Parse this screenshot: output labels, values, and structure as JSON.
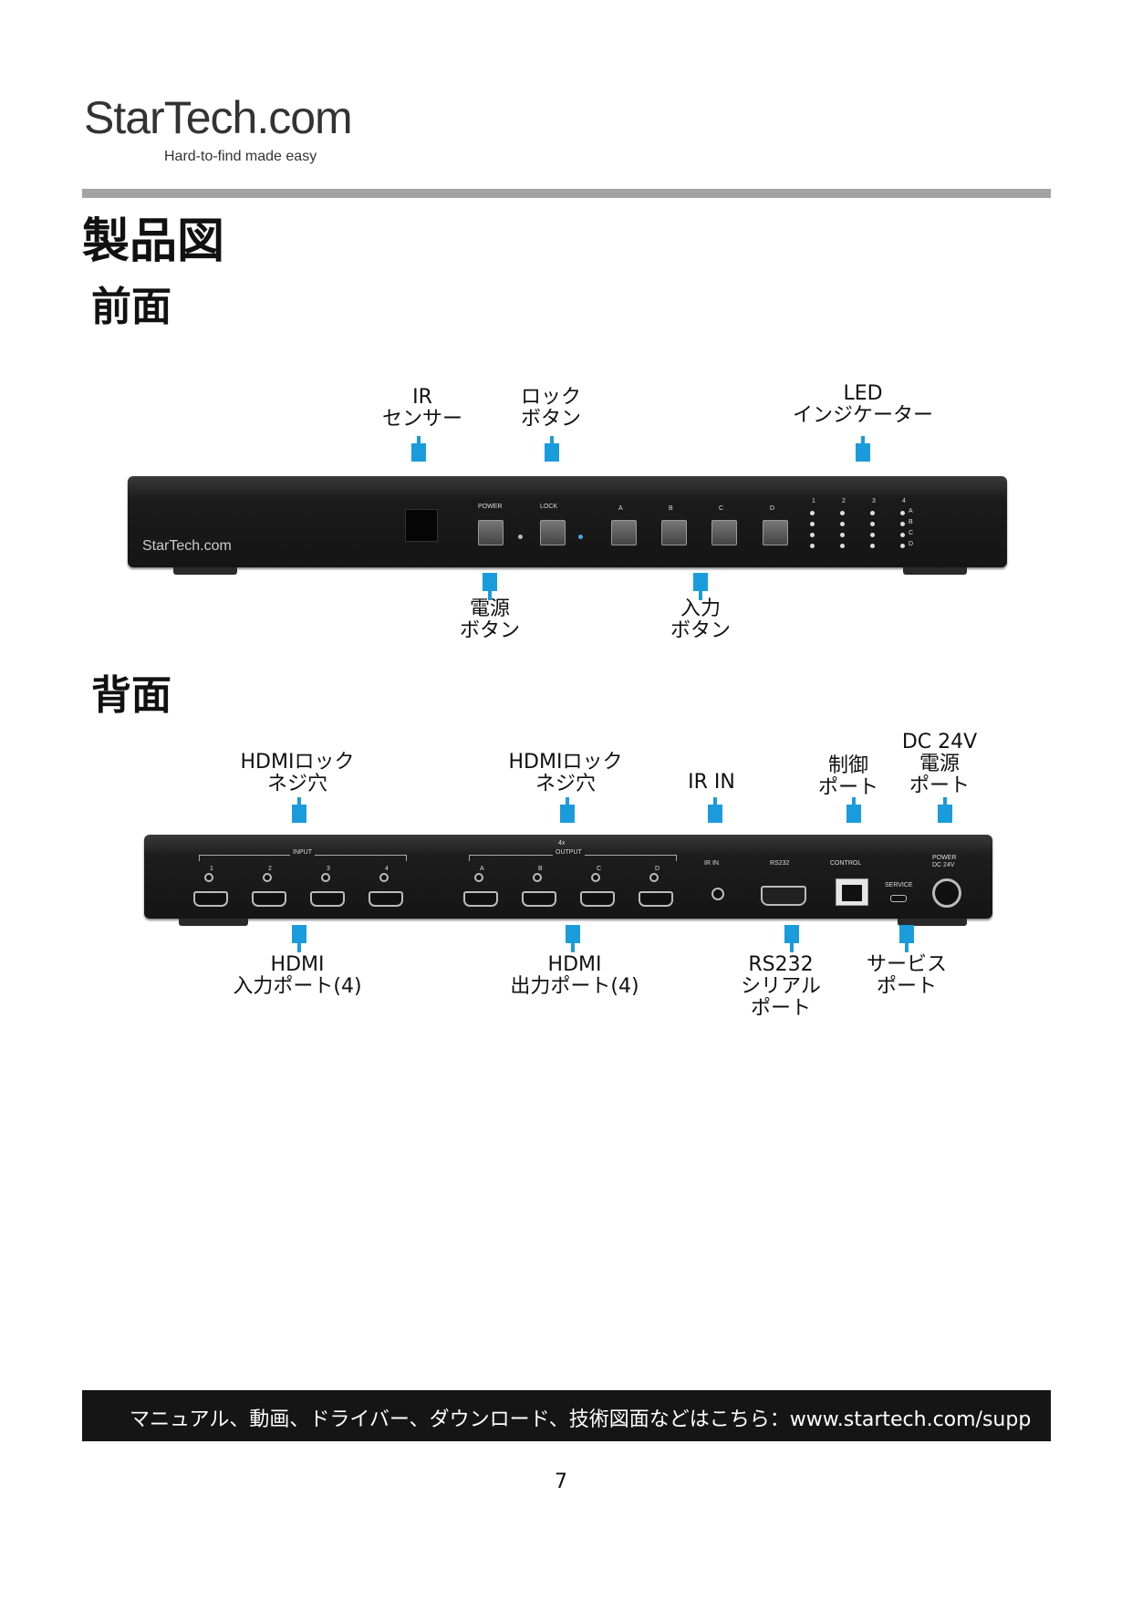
{
  "header": {
    "logo_text": "StarTech.com",
    "tagline": "Hard-to-find made easy"
  },
  "title": "製品図",
  "front": {
    "heading": "前面",
    "device_labels": {
      "logo": "StarTech.com",
      "power": "POWER",
      "lock": "LOCK",
      "a": "A",
      "b": "B",
      "c": "C",
      "d": "D",
      "led_1": "1",
      "led_2": "2",
      "led_3": "3",
      "led_4": "4"
    },
    "callouts": {
      "ir_sensor": "IR\nセンサー",
      "lock_button": "ロック\nボタン",
      "led_indicator": "LED\nインジケーター",
      "power_button": "電源\nボタン",
      "input_button": "入力\nボタン"
    }
  },
  "rear": {
    "heading": "背面",
    "device_labels": {
      "input": "INPUT",
      "output": "OUTPUT",
      "output_count": "4x",
      "ir_in": "IR IN",
      "rs232": "RS232",
      "control": "CONTROL",
      "service": "SERVICE",
      "power": "POWER\nDC 24V",
      "in_1": "1",
      "in_2": "2",
      "in_3": "3",
      "in_4": "4",
      "out_a": "A",
      "out_b": "B",
      "out_c": "C",
      "out_d": "D"
    },
    "callouts": {
      "hdmi_lock_1": "HDMIロック\nネジ穴",
      "hdmi_lock_2": "HDMIロック\nネジ穴",
      "ir_in": "IR IN",
      "control_port": "制御\nポート",
      "dc_power_port": "DC 24V\n電源\nポート",
      "hdmi_input": "HDMI\n入力ポート(4)",
      "hdmi_output": "HDMI\n出力ポート(4)",
      "rs232_port": "RS232\nシリアル\nポート",
      "service_port": "サービス\nポート"
    }
  },
  "footer": {
    "text": "マニュアル、動画、ドライバー、ダウンロード、技術図面などはこちら：www.startech.com/supp",
    "page_number": "7"
  },
  "colors": {
    "marker": "#1a9cdc",
    "rule": "#a3a3a3",
    "footer_bg": "#151515"
  }
}
